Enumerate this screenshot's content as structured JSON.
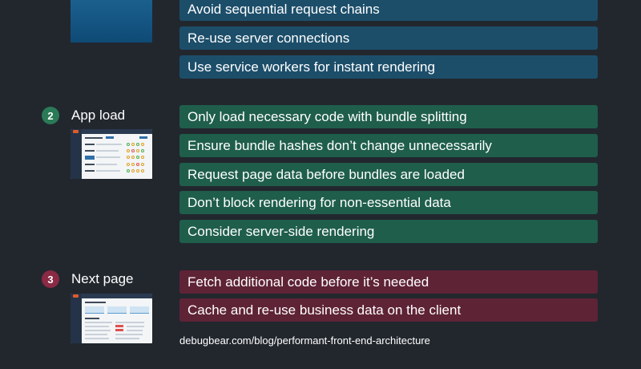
{
  "colors": {
    "background": "#22272e",
    "stage1": "#1c4e6a",
    "stage2": "#1f5e4b",
    "stage3": "#5e2335",
    "badge2": "#2a7a57",
    "badge3": "#8a2a44"
  },
  "stage1": {
    "items": [
      "Avoid sequential request chains",
      "Re-use server connections",
      "Use service workers for instant rendering"
    ]
  },
  "stage2": {
    "number": "2",
    "title": "App load",
    "items": [
      "Only load necessary code with bundle splitting",
      "Ensure bundle hashes don’t change unnecessarily",
      "Request page data before bundles are loaded",
      "Don’t block rendering for non-essential data",
      "Consider server-side rendering"
    ]
  },
  "stage3": {
    "number": "3",
    "title": "Next page",
    "items": [
      "Fetch additional code before it’s needed",
      "Cache and re-use business data on the client"
    ]
  },
  "footer": {
    "link": "debugbear.com/blog/performant-front-end-architecture"
  }
}
